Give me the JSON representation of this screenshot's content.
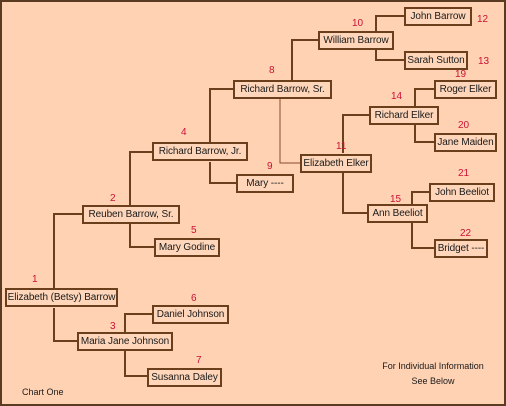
{
  "chart_title": "Chart One",
  "footer_lines": [
    "For Individual Information",
    "See Below"
  ],
  "people": [
    {
      "num": "1",
      "name": "Elizabeth (Betsy) Barrow"
    },
    {
      "num": "2",
      "name": "Reuben Barrow, Sr."
    },
    {
      "num": "3",
      "name": "Maria Jane Johnson"
    },
    {
      "num": "4",
      "name": "Richard Barrow, Jr."
    },
    {
      "num": "5",
      "name": "Mary Godine"
    },
    {
      "num": "6",
      "name": "Daniel Johnson"
    },
    {
      "num": "7",
      "name": "Susanna Daley"
    },
    {
      "num": "8",
      "name": "Richard Barrow, Sr."
    },
    {
      "num": "9",
      "name": "Mary ----"
    },
    {
      "num": "10",
      "name": "William Barrow"
    },
    {
      "num": "11",
      "name": "Elizabeth Elker"
    },
    {
      "num": "12",
      "name": "John Barrow"
    },
    {
      "num": "13",
      "name": "Sarah Sutton"
    },
    {
      "num": "14",
      "name": "Richard Elker"
    },
    {
      "num": "15",
      "name": "Ann Beeliot"
    },
    {
      "num": "19",
      "name": "Roger Elker"
    },
    {
      "num": "20",
      "name": "Jane Maiden"
    },
    {
      "num": "21",
      "name": "John Beeliot"
    },
    {
      "num": "22",
      "name": "Bridget ----"
    }
  ],
  "colors": {
    "background": "#ffd2b4",
    "box_border": "#6b3e1c",
    "line": "#6b3e1c",
    "number": "#cc1133",
    "text": "#1a1a1a"
  }
}
